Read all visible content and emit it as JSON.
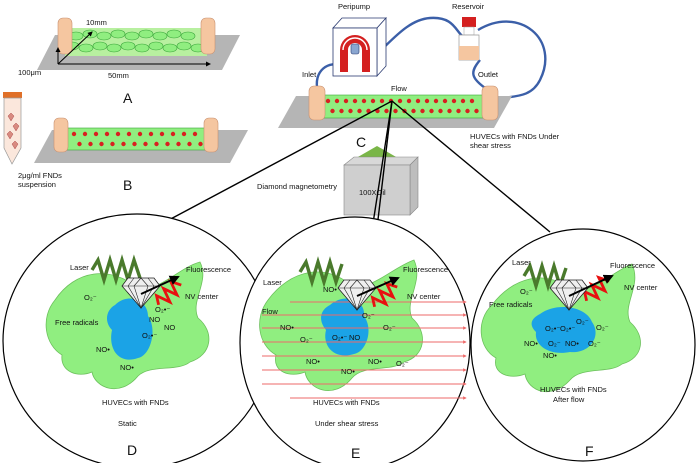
{
  "panelA": {
    "letter": "A",
    "width_label": "10mm",
    "height_label": "100μm",
    "length_label": "50mm"
  },
  "panelB": {
    "letter": "B",
    "suspension_line1": "2μg/ml FNDs",
    "suspension_line2": "suspension"
  },
  "panelC": {
    "letter": "C",
    "peripump_label": "Peripump",
    "reservoir_label": "Reservoir",
    "inlet_label": "Inlet",
    "outlet_label": "Outlet",
    "flow_label": "Flow",
    "huvec_line1": "HUVECs with FNDs Under",
    "huvec_line2": "shear stress",
    "magnetometry_label": "Diamond magnetometry",
    "objective_label": "100XOil"
  },
  "panelD": {
    "letter": "D",
    "laser": "Laser",
    "fluorescence": "Fluorescence",
    "nv_center": "NV center",
    "free_radicals": "Free radicals",
    "caption1": "HUVECs with FNDs",
    "caption2": "Static"
  },
  "panelE": {
    "letter": "E",
    "laser": "Laser",
    "fluorescence": "Fluorescence",
    "nv_center": "NV center",
    "flow": "Flow",
    "caption1": "HUVECs with FNDs",
    "caption2": "Under shear stress"
  },
  "panelF": {
    "letter": "F",
    "laser": "Laser",
    "fluorescence": "Fluorescence",
    "nv_center": "NV center",
    "free_radicals": "Free radicals",
    "caption1": "HUVECs with FNDs",
    "caption2": "After flow"
  },
  "species": {
    "no": "NO",
    "no_rad": "NO•",
    "o2_rad": "O₂•⁻",
    "o2_minus": "O₂⁻"
  },
  "colors": {
    "cell_green": "#90ee80",
    "nucleus_blue": "#1ba3e6",
    "laser_green": "#4a7a2c",
    "fluor_red": "#e81010",
    "tube_blue": "#3b5fa8",
    "flow_arrow_red": "#ee6a6a",
    "slide_gray": "#b5b5b5",
    "port_peach": "#f5c6a0",
    "cone_green": "#7ab648"
  }
}
